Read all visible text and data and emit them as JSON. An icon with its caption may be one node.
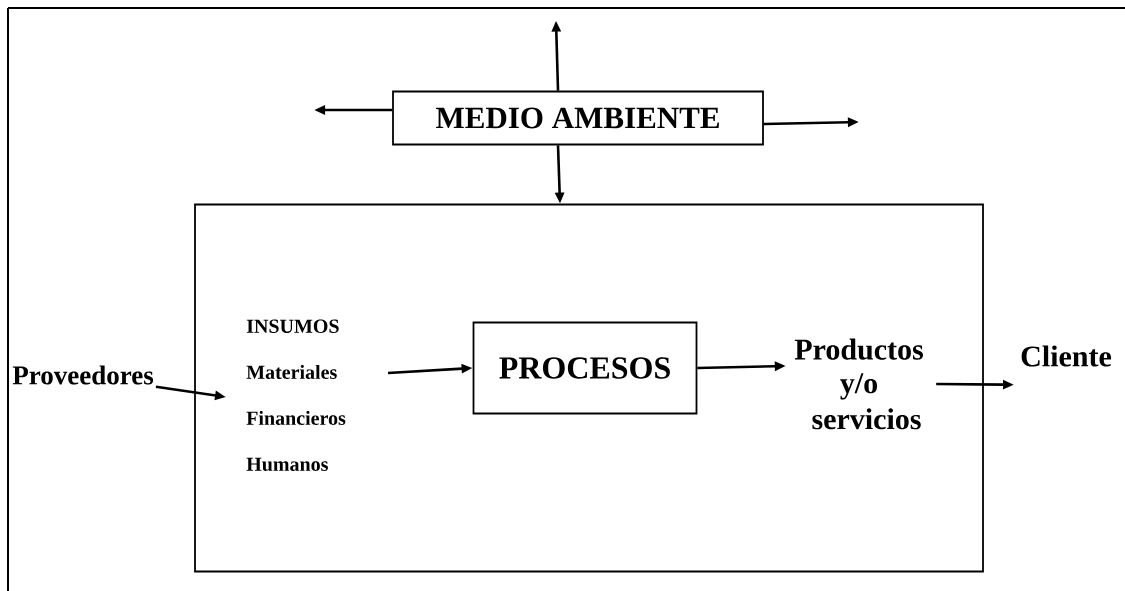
{
  "diagram": {
    "nodes": [
      {
        "text": [
          "MEDIO AMBIENTE"
        ]
      },
      {
        "text": [],
        "shape": "box"
      },
      {
        "text": [
          "Proveedores"
        ]
      },
      {
        "text": [
          "INSUMOS",
          "Materiales",
          "Financieros",
          "Humanos"
        ],
        "in": 1
      },
      {
        "text": [
          "PROCESOS"
        ],
        "in": 1
      },
      {
        "text": [
          "Productos",
          "y/o servicios"
        ],
        "in": 1
      },
      {
        "text": [
          "Cliente"
        ]
      }
    ],
    "edges": [
      {
        "from": 0,
        "to": null,
        "arrow": "to"
      },
      {
        "from": 0,
        "to": null,
        "arrow": "to"
      },
      {
        "from": 0,
        "to": null,
        "arrow": "to"
      },
      {
        "from": 0,
        "to": 1,
        "arrow": "to"
      },
      {
        "from": 2,
        "to": 3,
        "arrow": "to"
      },
      {
        "from": 3,
        "to": 4,
        "arrow": "to"
      },
      {
        "from": 4,
        "to": 5,
        "arrow": "to"
      },
      {
        "from": 5,
        "to": 6,
        "arrow": "to"
      }
    ]
  }
}
